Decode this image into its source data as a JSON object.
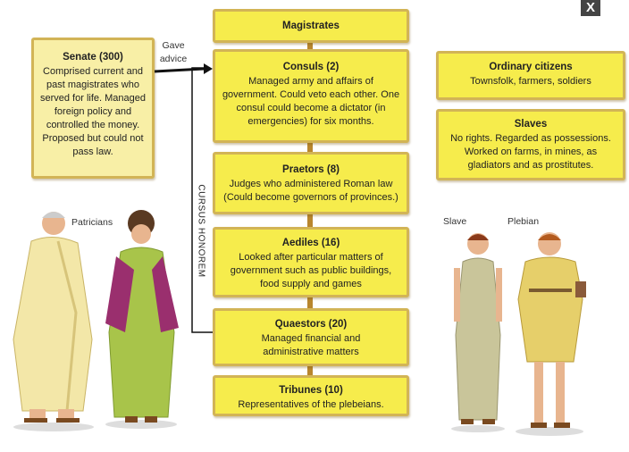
{
  "close_button": {
    "label": "X",
    "icon": "close-icon"
  },
  "senate": {
    "title": "Senate (300)",
    "text": "Comprised current and past magistrates who served for life. Managed foreign policy and controlled the money. Proposed but could not pass law."
  },
  "arrow_label": "Gave advice",
  "bracket_label": "CURSUS HONOREM",
  "magistrates": {
    "title": "Magistrates"
  },
  "offices": [
    {
      "title": "Consuls (2)",
      "text": "Managed army and affairs of government. Could veto each other. One consul could become a  dictator (in emergencies) for six months."
    },
    {
      "title": "Praetors (8)",
      "text": "Judges who administered Roman law (Could become governors of provinces.)"
    },
    {
      "title": "Aediles (16)",
      "text": "Looked after particular matters of government such as public buildings, food supply and games"
    },
    {
      "title": "Quaestors (20)",
      "text": "Managed financial and administrative matters"
    },
    {
      "title": "Tribunes (10)",
      "text": "Representatives of the plebeians."
    }
  ],
  "ordinary": {
    "title": "Ordinary citizens",
    "text": "Townsfolk, farmers, soldiers"
  },
  "slaves": {
    "title": "Slaves",
    "text": "No rights. Regarded as possessions. Worked on farms, in mines, as gladiators and as prostitutes."
  },
  "figure_labels": {
    "patricians": "Patricians",
    "slave": "Slave",
    "plebian": "Plebian"
  },
  "colors": {
    "box": "#f6ec4c",
    "senate_box": "#f8efa6",
    "border": "#d2b456"
  }
}
